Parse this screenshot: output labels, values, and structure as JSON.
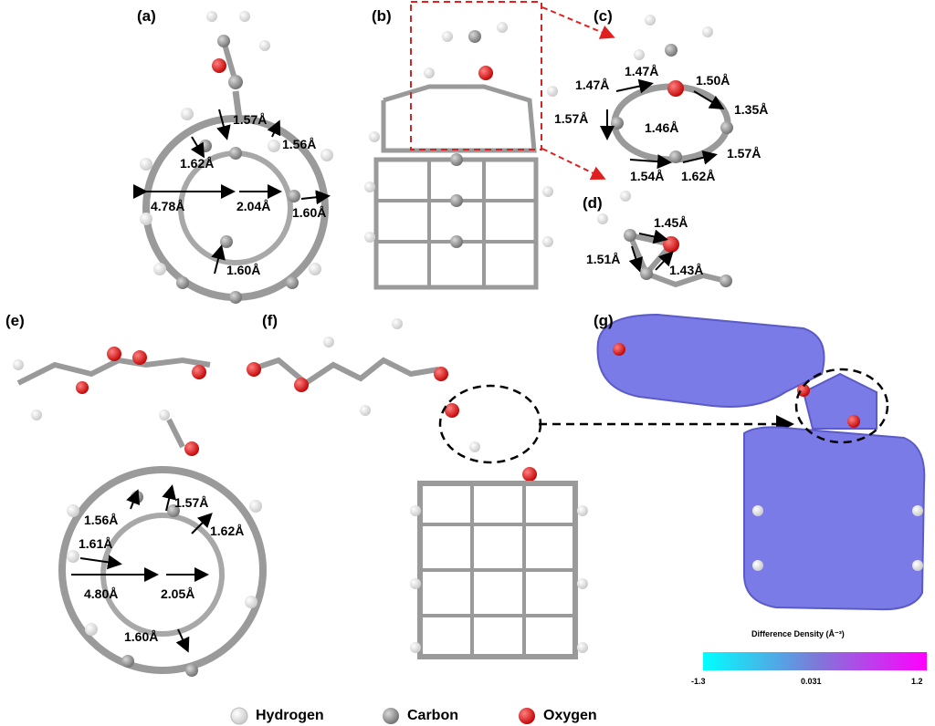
{
  "panels": {
    "a": "(a)",
    "b": "(b)",
    "c": "(c)",
    "d": "(d)",
    "e": "(e)",
    "f": "(f)",
    "g": "(g)"
  },
  "measurements": {
    "a": [
      "1.57Å",
      "1.56Å",
      "1.62Å",
      "4.78Å",
      "2.04Å",
      "1.60Å",
      "1.60Å"
    ],
    "c": [
      "1.47Å",
      "1.47Å",
      "1.50Å",
      "1.57Å",
      "1.35Å",
      "1.46Å",
      "1.57Å",
      "1.54Å",
      "1.62Å"
    ],
    "d": [
      "1.45Å",
      "1.51Å",
      "1.43Å"
    ],
    "e": [
      "1.56Å",
      "1.57Å",
      "1.61Å",
      "1.62Å",
      "4.80Å",
      "2.05Å",
      "1.60Å"
    ]
  },
  "colorbar": {
    "title": "Difference Density (Å⁻³)",
    "min": "-1.3",
    "mid": "0.031",
    "max": "1.2",
    "colors": [
      "#00ffff",
      "#7b7bd8",
      "#ff00ff"
    ]
  },
  "legend": {
    "hydrogen": "Hydrogen",
    "carbon": "Carbon",
    "oxygen": "Oxygen",
    "colors": {
      "hydrogen": "#f4f4f4",
      "carbon": "#8c8c8c",
      "oxygen": "#e01010"
    }
  }
}
